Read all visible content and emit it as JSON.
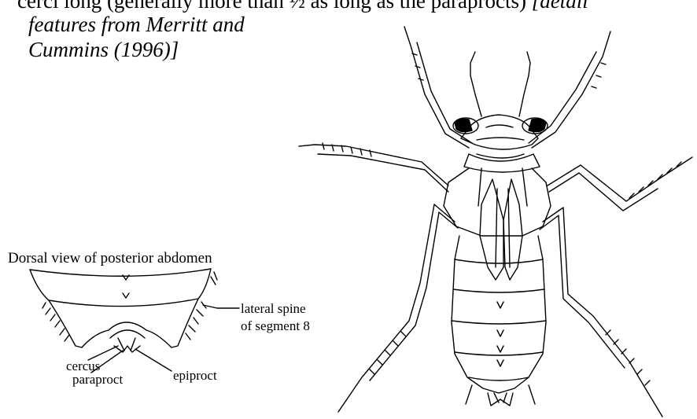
{
  "header": {
    "line1_normal": "cerci long (generally more than ½ as long as the paraprocts)",
    "line1_italic": " [detail",
    "line2": "features from Merritt and",
    "line3": "Cummins (1996)]"
  },
  "inset": {
    "caption": "Dorsal view of posterior abdomen",
    "labels": {
      "lateral_spine_1": "lateral spine",
      "lateral_spine_2": "of segment 8",
      "cercus": "cercus",
      "paraproct": "paraproct",
      "epiproct": "epiproct"
    }
  },
  "colors": {
    "ink": "#000000",
    "background": "#ffffff"
  }
}
